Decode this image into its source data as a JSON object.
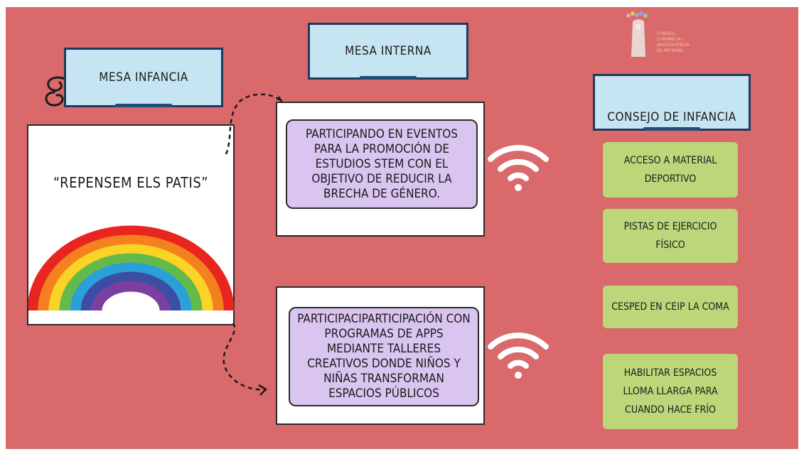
{
  "headers": {
    "mesa_infancia": "MESA INFANCIA",
    "mesa_interna": "MESA INTERNA",
    "consejo_infancia": "CONSEJO DE INFANCIA"
  },
  "card": {
    "title": "“REPENSEM ELS PATIS”"
  },
  "purple_boxes": [
    "PARTICIPANDO EN EVENTOS PARA LA PROMOCIÓN DE ESTUDIOS STEM CON EL OBJETIVO DE REDUCIR LA BRECHA DE GÉNERO.",
    "PARTICIPACIPARTICIPACIÓN CON PROGRAMAS DE APPS MEDIANTE TALLERES CREATIVOS DONDE NIÑOS Y NIÑAS TRANSFORMAN ESPACIOS PÚBLICOS"
  ],
  "green_boxes": [
    "ACCESO A MATERIAL DEPORTIVO",
    "PISTAS DE EJERCICIO FÍSICO",
    "CESPED EN CEIP LA COMA",
    "HABILITAR ESPACIOS LLOMA LLARGA PARA CUANDO HACE FRÍO"
  ],
  "logo": {
    "lines": [
      "CONSELL",
      "D'INFÀNCIA I",
      "ADOLESCÈNCIA",
      "DE PATERNA"
    ]
  },
  "colors": {
    "background": "#d9696b",
    "header_fill": "#c6e5f2",
    "header_border": "#1f3a5c",
    "purple": "#d9c5f0",
    "green": "#bcd77a",
    "rainbow": [
      "#e8261f",
      "#f5801f",
      "#fbd226",
      "#63b94a",
      "#2a9fd8",
      "#3b4ea3",
      "#7b3fa0"
    ]
  },
  "icons": [
    "wifi-icon",
    "wifi-icon",
    "spiral-doodle-icon",
    "rainbow-icon",
    "logo-figure-icon"
  ]
}
